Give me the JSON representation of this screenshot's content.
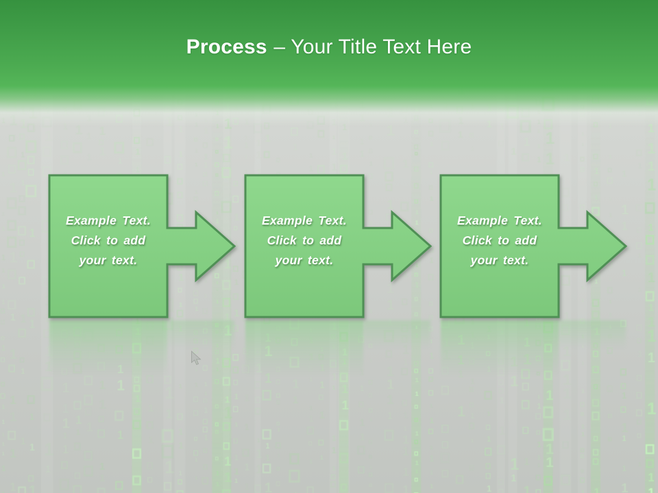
{
  "title": {
    "bold": "Process",
    "rest": "– Your Title Text Here"
  },
  "steps": [
    {
      "lines": [
        "Example Text.",
        "Click to add",
        "your text."
      ]
    },
    {
      "lines": [
        "Example Text.",
        "Click to add",
        "your text."
      ]
    },
    {
      "lines": [
        "Example Text.",
        "Click to add",
        "your text."
      ]
    }
  ],
  "theme": {
    "header_top": "#36923f",
    "header_bottom": "#55b659",
    "shape_fill_light": "#8fd88d",
    "shape_fill_dark": "#7cc87b",
    "shape_border": "#4f8f55",
    "background_gray": "#cbcec9",
    "matrix_glyph": "#b9e3b1"
  },
  "background_matrix": {
    "seed": 7,
    "glyphs": [
      "0",
      "1"
    ],
    "bright_columns": [
      275,
      328,
      500,
      580,
      610,
      795,
      875,
      950
    ]
  },
  "cursor": {
    "icon": "mouse-pointer"
  }
}
